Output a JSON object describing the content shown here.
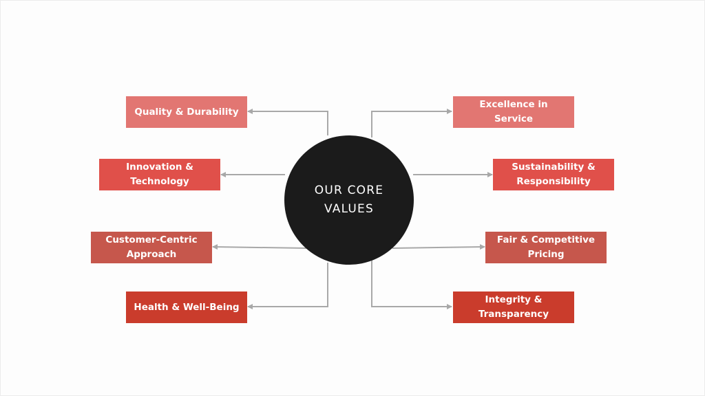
{
  "center": {
    "label": "OUR CORE VALUES",
    "color": "#1b1b1b"
  },
  "connector_color": "#a8a8a8",
  "values": [
    {
      "label": "Quality & Durability",
      "color": "#e27672"
    },
    {
      "label": "Innovation & Technology",
      "color": "#e0504a"
    },
    {
      "label": "Customer-Centric Approach",
      "color": "#c6574c"
    },
    {
      "label": "Health & Well-Being",
      "color": "#ca3c2c"
    },
    {
      "label": "Excellence in Service",
      "color": "#e27672"
    },
    {
      "label": "Sustainability & Responsibility",
      "color": "#e0504a"
    },
    {
      "label": "Fair & Competitive Pricing",
      "color": "#c6574c"
    },
    {
      "label": "Integrity & Transparency",
      "color": "#ca3c2c"
    }
  ]
}
